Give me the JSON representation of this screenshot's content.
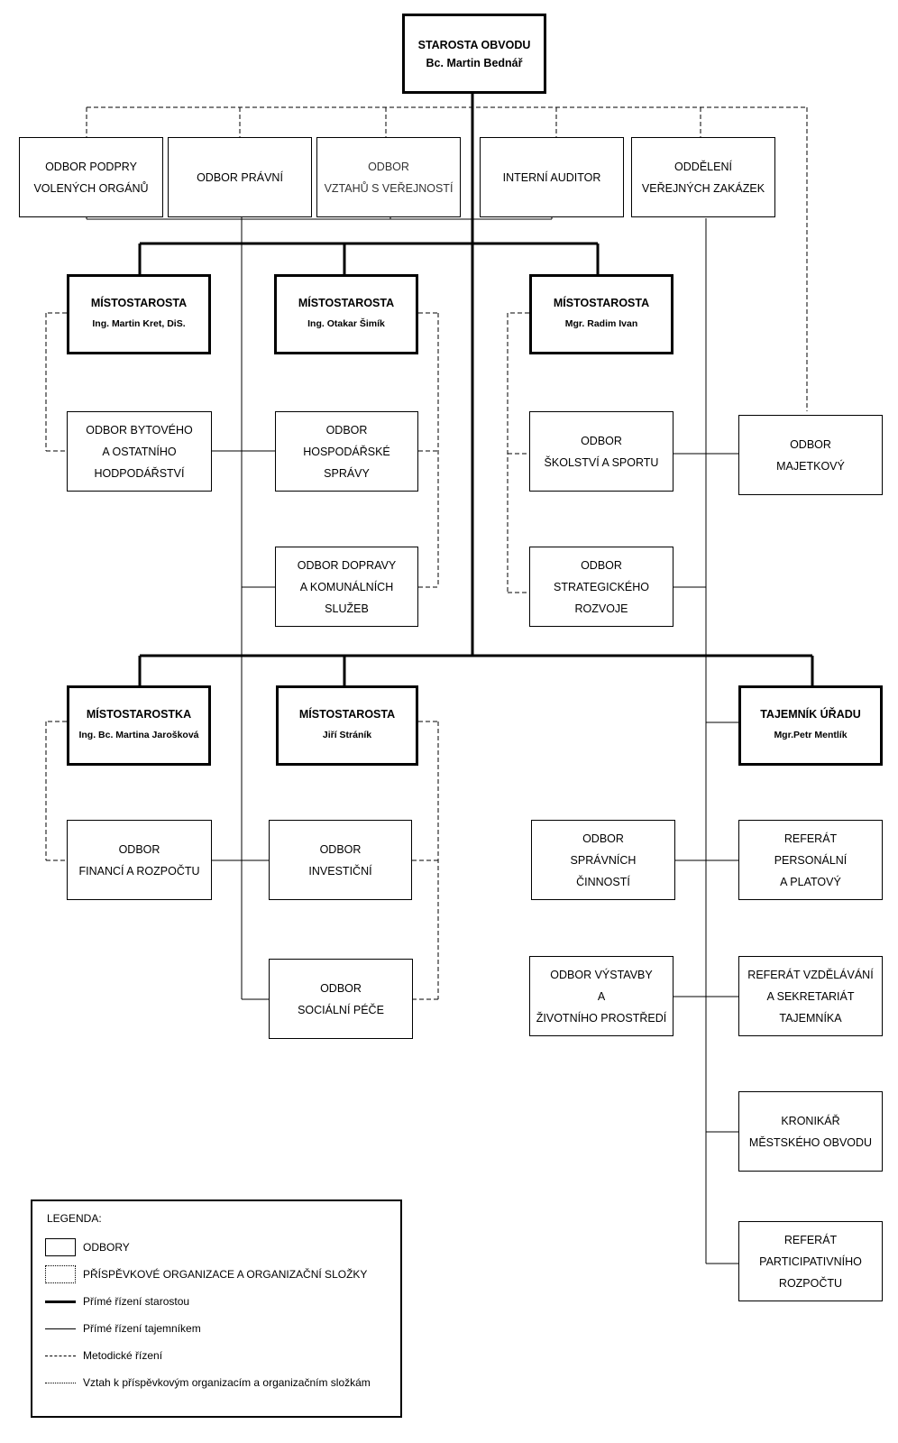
{
  "mayor": {
    "title": "STAROSTA OBVODU",
    "name": "Bc. Martin Bednář"
  },
  "staff_units": [
    {
      "lines": [
        "ODBOR PODPRY",
        "VOLENÝCH ORGÁNŮ"
      ]
    },
    {
      "lines": [
        "ODBOR PRÁVNÍ"
      ]
    },
    {
      "lines": [
        "ODBOR",
        "VZTAHŮ S VEŘEJNOSTÍ"
      ]
    },
    {
      "lines": [
        "INTERNÍ AUDITOR"
      ]
    },
    {
      "lines": [
        "ODDĚLENÍ",
        "VEŘEJNÝCH ZAKÁZEK"
      ]
    }
  ],
  "deputies": [
    {
      "title": "MÍSTOSTAROSTA",
      "name": "Ing. Martin Kret, DiS."
    },
    {
      "title": "MÍSTOSTAROSTA",
      "name": "Ing. Otakar Šimík"
    },
    {
      "title": "MÍSTOSTAROSTA",
      "name": "Mgr. Radim Ivan"
    },
    {
      "title": "MÍSTOSTAROSTKA",
      "name": "Ing. Bc. Martina Jarošková"
    },
    {
      "title": "MÍSTOSTAROSTA",
      "name": "Jiří Stráník"
    },
    {
      "title": "TAJEMNÍK ÚŘADU",
      "name": "Mgr.Petr Mentlík"
    }
  ],
  "departments": [
    {
      "lines": [
        "ODBOR BYTOVÉHO",
        "A OSTATNÍHO",
        "HODPODÁŘSTVÍ"
      ]
    },
    {
      "lines": [
        "ODBOR",
        "HOSPODÁŘSKÉ",
        "SPRÁVY"
      ]
    },
    {
      "lines": [
        "ODBOR DOPRAVY",
        "A KOMUNÁLNÍCH",
        "SLUŽEB"
      ]
    },
    {
      "lines": [
        "ODBOR",
        "ŠKOLSTVÍ A SPORTU"
      ]
    },
    {
      "lines": [
        "ODBOR",
        "STRATEGICKÉHO",
        "ROZVOJE"
      ]
    },
    {
      "lines": [
        "ODBOR",
        "MAJETKOVÝ"
      ]
    },
    {
      "lines": [
        "ODBOR",
        "FINANCÍ A ROZPOČTU"
      ]
    },
    {
      "lines": [
        "ODBOR",
        "INVESTIČNÍ"
      ]
    },
    {
      "lines": [
        "ODBOR",
        "SOCIÁLNÍ PÉČE"
      ]
    },
    {
      "lines": [
        "ODBOR",
        "SPRÁVNÍCH",
        "ČINNOSTÍ"
      ]
    },
    {
      "lines": [
        "ODBOR VÝSTAVBY",
        "A",
        "ŽIVOTNÍHO PROSTŘEDÍ"
      ]
    },
    {
      "lines": [
        "REFERÁT",
        "PERSONÁLNÍ",
        "A PLATOVÝ"
      ]
    },
    {
      "lines": [
        "REFERÁT VZDĚLÁVÁNÍ",
        "A SEKRETARIÁT",
        "TAJEMNÍKA"
      ]
    },
    {
      "lines": [
        "KRONIKÁŘ",
        "MĚSTSKÉHO OBVODU"
      ]
    },
    {
      "lines": [
        "REFERÁT",
        "PARTICIPATIVNÍHO",
        "ROZPOČTU"
      ]
    }
  ],
  "legend": {
    "title": "LEGENDA:",
    "items": [
      "ODBORY",
      "PŘÍSPĚVKOVÉ ORGANIZACE A ORGANIZAČNÍ SLOŽKY",
      "Přímé řízení starostou",
      "Přímé řízení tajemníkem",
      "Metodické řízení",
      "Vztah k příspěvkovým organizacím a organizačním složkám"
    ]
  }
}
